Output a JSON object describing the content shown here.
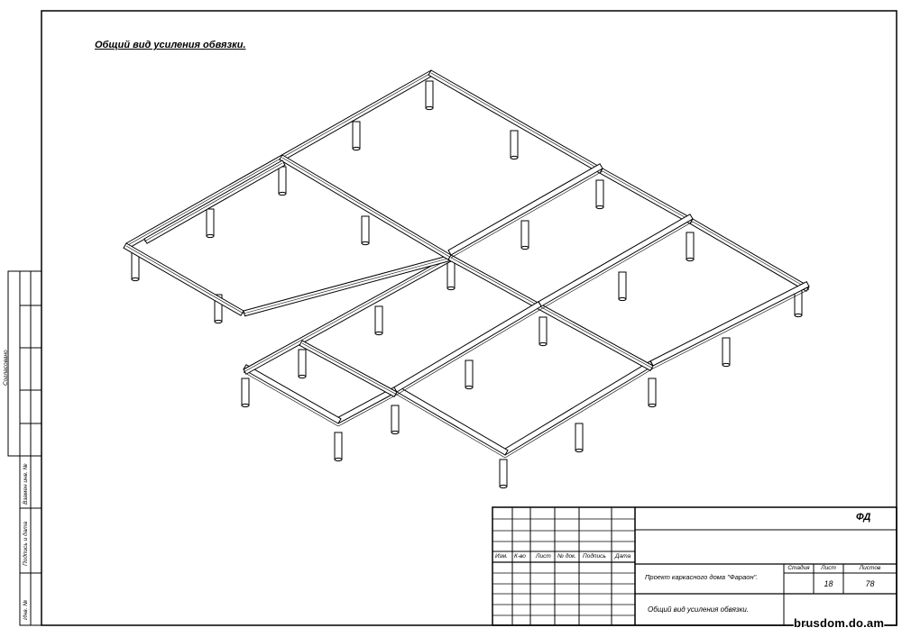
{
  "drawing": {
    "title": "Общий вид усиления обвязки."
  },
  "stamp": {
    "code": "ФД",
    "columns": [
      "Изм.",
      "К-во",
      "Лист",
      "№ док.",
      "Подпись",
      "Дата"
    ],
    "project": "Проект каркасного дома \"Фараон\".",
    "sheet_title": "Общий вид усиления обвязки.",
    "stage_label": "Стадия",
    "sheet_label": "Лист",
    "sheets_label": "Листов",
    "sheet_number": "18",
    "sheets_total": "78"
  },
  "side_stamp": {
    "agreed": "Согласовано",
    "replaced_inv": "Взамен инв. №",
    "signature_date": "Подпись и дата",
    "inv_original": "Инв. №"
  },
  "watermark": "brusdom.do.am"
}
